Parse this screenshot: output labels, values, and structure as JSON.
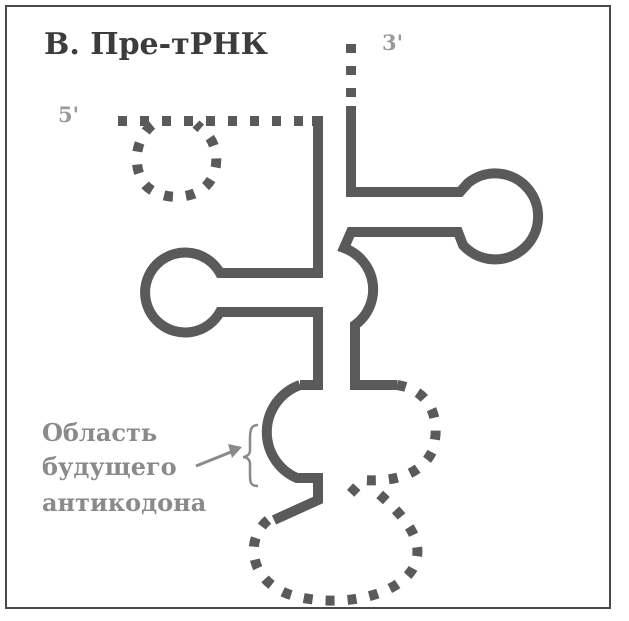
{
  "title": "В. Пре-тРНК",
  "end_labels": {
    "three_prime": "3'",
    "five_prime": "5'"
  },
  "anticodon_label": {
    "line1": "Область",
    "line2": "будущего",
    "line3": "антикодона"
  },
  "colors": {
    "strand": "#5a5a5a",
    "border": "#4a4a4a",
    "label": "#8a8a8a",
    "title": "#3c3c3c"
  }
}
